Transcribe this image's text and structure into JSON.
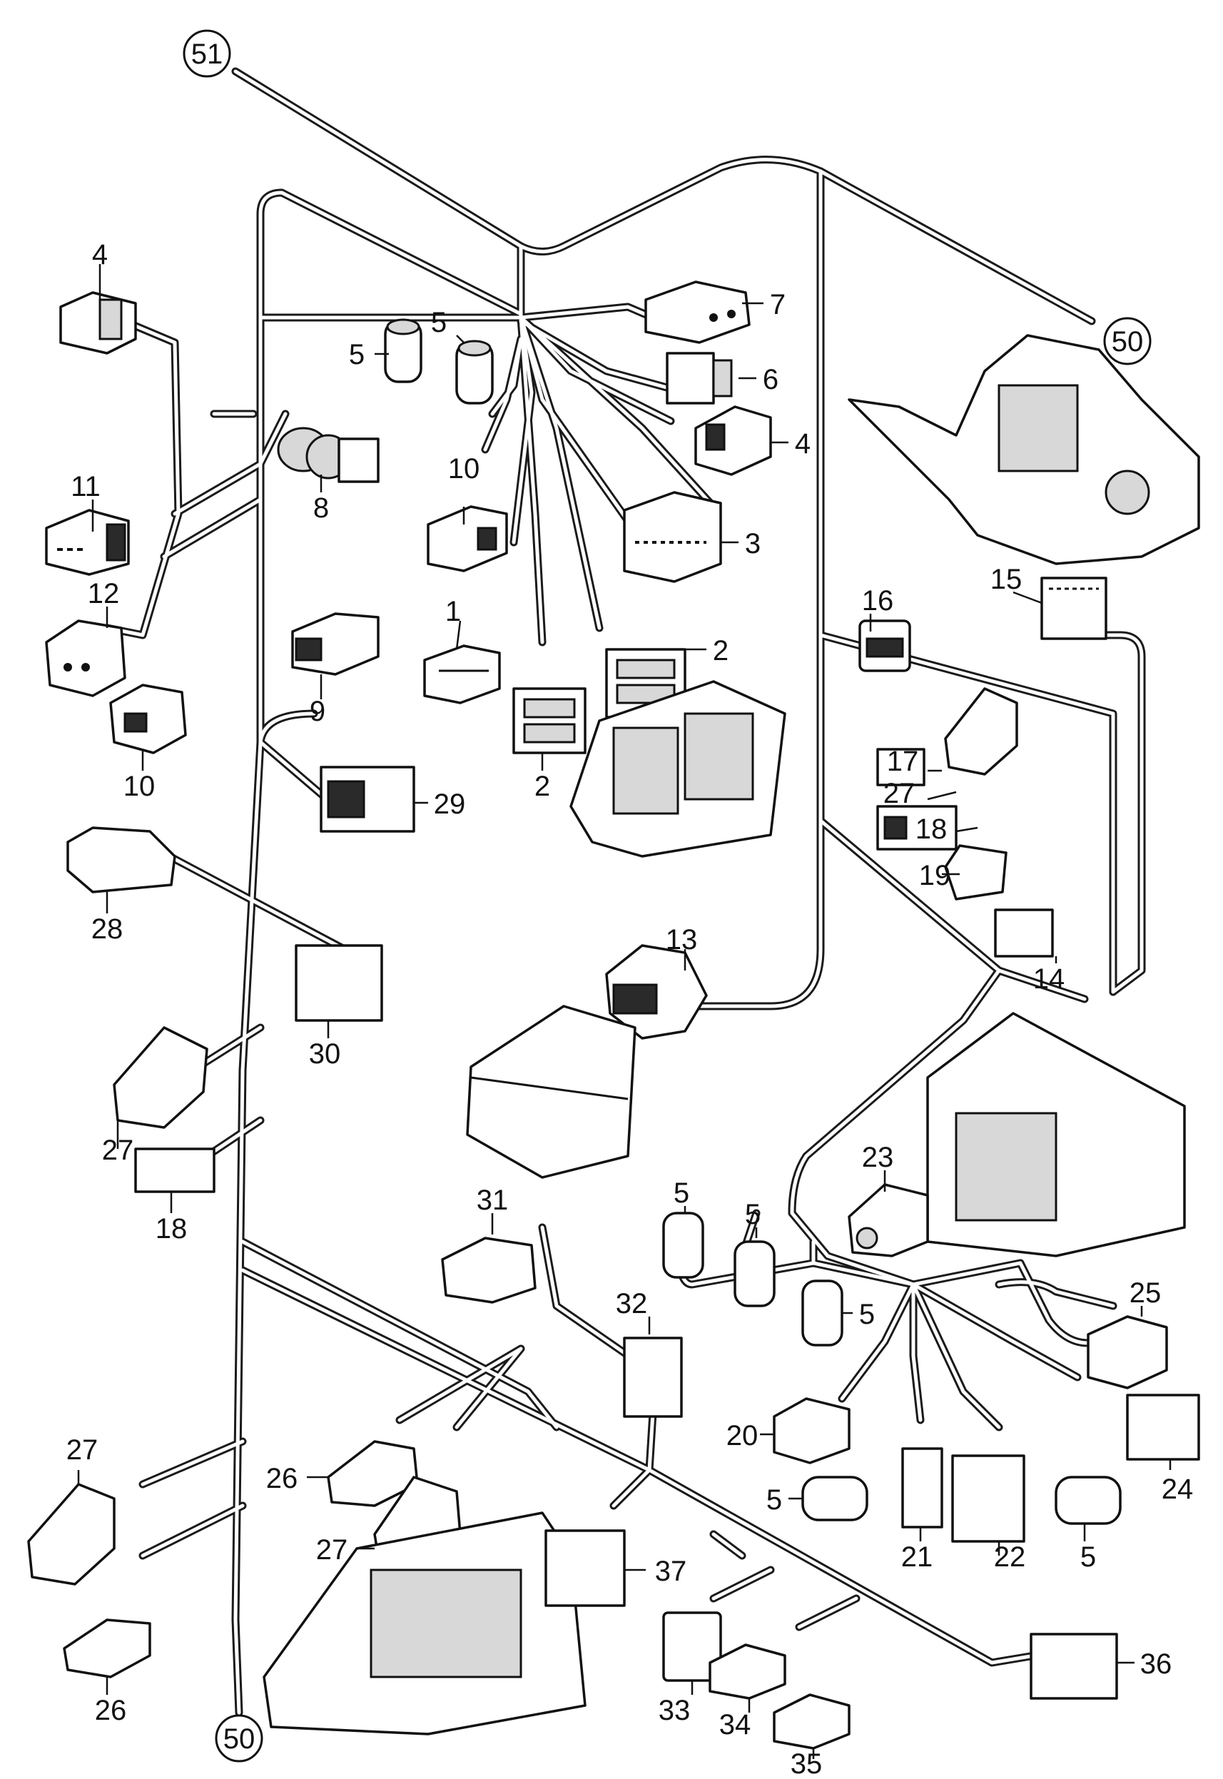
{
  "bubbles": {
    "b51": "51",
    "b50_top": "50",
    "b50_bottom": "50"
  },
  "callouts": {
    "c1": "1",
    "c2a": "2",
    "c2b": "2",
    "c3": "3",
    "c4a": "4",
    "c4b": "4",
    "c5a": "5",
    "c5b": "5",
    "c5c": "5",
    "c5d": "5",
    "c5e": "5",
    "c5f": "5",
    "c5g": "5",
    "c6": "6",
    "c7": "7",
    "c8": "8",
    "c9": "9",
    "c10a": "10",
    "c10b": "10",
    "c11": "11",
    "c12": "12",
    "c13": "13",
    "c14": "14",
    "c15": "15",
    "c16": "16",
    "c17": "17",
    "c18a": "18",
    "c18b": "18",
    "c19": "19",
    "c20": "20",
    "c21": "21",
    "c22": "22",
    "c23": "23",
    "c24": "24",
    "c25": "25",
    "c26a": "26",
    "c26b": "26",
    "c27a": "27",
    "c27b": "27",
    "c27c": "27",
    "c27d": "27",
    "c28": "28",
    "c29": "29",
    "c30": "30",
    "c31": "31",
    "c32": "32",
    "c33": "33",
    "c34": "34",
    "c35": "35",
    "c36": "36",
    "c37": "37"
  }
}
